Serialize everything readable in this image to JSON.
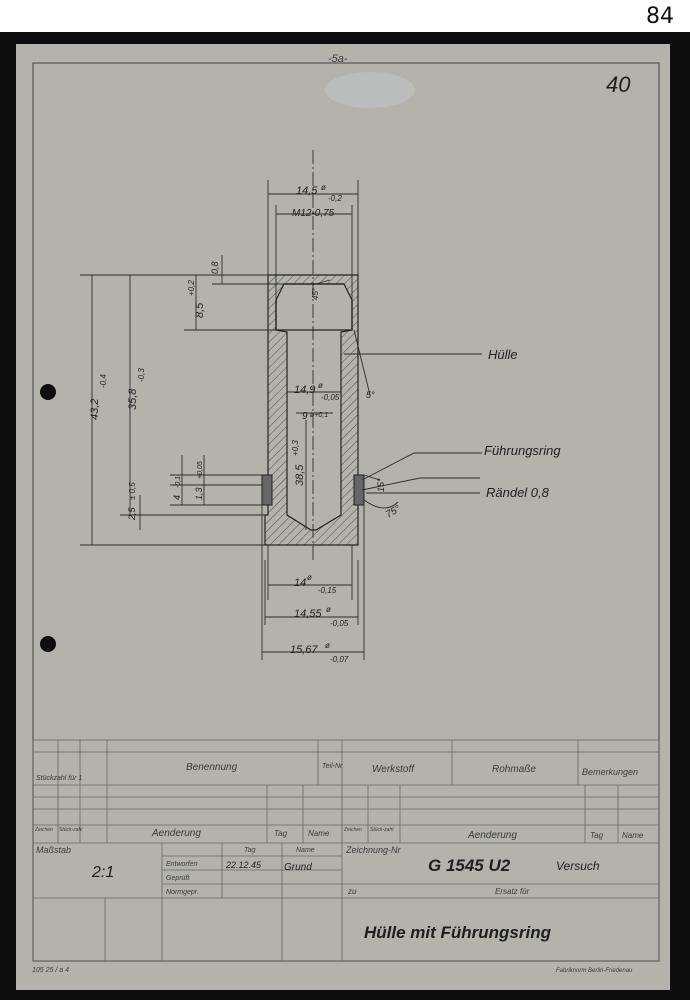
{
  "page_number": "84",
  "sheet_number": "40",
  "stamp": "-5a-",
  "dims": {
    "outer_dia": "14,5",
    "outer_dia_sup": "ø",
    "outer_dia_sub": "-0,2",
    "thread": "M12-0,75",
    "chamfer_w": "0,8",
    "counter_depth": "8,5",
    "counter_depth_tol": "+0,2",
    "chamfer_angle": "45°",
    "total_len": "43,2",
    "total_len_tol": "-0,4",
    "len2": "35,8",
    "len2_tol": "-0,3",
    "bore_dia": "14,9",
    "bore_dia_sup": "ø",
    "bore_dia_sub": "-0,05",
    "inner_dia": "9",
    "inner_dia_tol": "ø+0,1",
    "bore_depth": "38,5",
    "bore_depth_tol": "+0,3",
    "taper": "5°",
    "d4": "4",
    "d4_tol": "-0,1",
    "d13": "1,3",
    "d13_tol": "+0,05",
    "d25": "2,5",
    "d25_tol": "± 0,5",
    "ring_angle": "15°",
    "angle75": "75°",
    "dia14": "14",
    "dia14_sup": "ø",
    "dia14_sub": "-0,15",
    "dia1455": "14,55",
    "dia1455_sup": "ø",
    "dia1455_sub": "-0,05",
    "dia1567": "15,67",
    "dia1567_sup": "ø",
    "dia1567_sub": "-0,07"
  },
  "callouts": {
    "huelle": "Hülle",
    "fuehrungsring": "Führungsring",
    "raendel": "Rändel 0,8"
  },
  "titleblock": {
    "stueckzahl": "Stückzahl für 1",
    "benennung": "Benennung",
    "teil_nr": "Teil-Nr",
    "werkstoff": "Werkstoff",
    "rohmasse": "Rohmaße",
    "bemerkungen": "Bemerkungen",
    "aenderung": "Aenderung",
    "tag": "Tag",
    "name": "Name",
    "zeichen": "Zeichen",
    "stueckzahl_short": "Stück-zahl",
    "massstab_label": "Maßstab",
    "massstab": "2:1",
    "entworfen": "Entworfen",
    "geprueft": "Geprüft",
    "normgepr": "Normgepr.",
    "date": "22.12.45",
    "signature": "Grund",
    "zeichnung_nr_label": "Zeichnung-Nr",
    "zeichnung_nr": "G 1545 U2",
    "versuch": "Versuch",
    "zu": "zu",
    "ersatz_fuer": "Ersatz für",
    "title": "Hülle mit Führungsring",
    "form_nr": "105 25 / a 4",
    "fabrikname": "Fabriknorm Berlin-Friedenau"
  }
}
